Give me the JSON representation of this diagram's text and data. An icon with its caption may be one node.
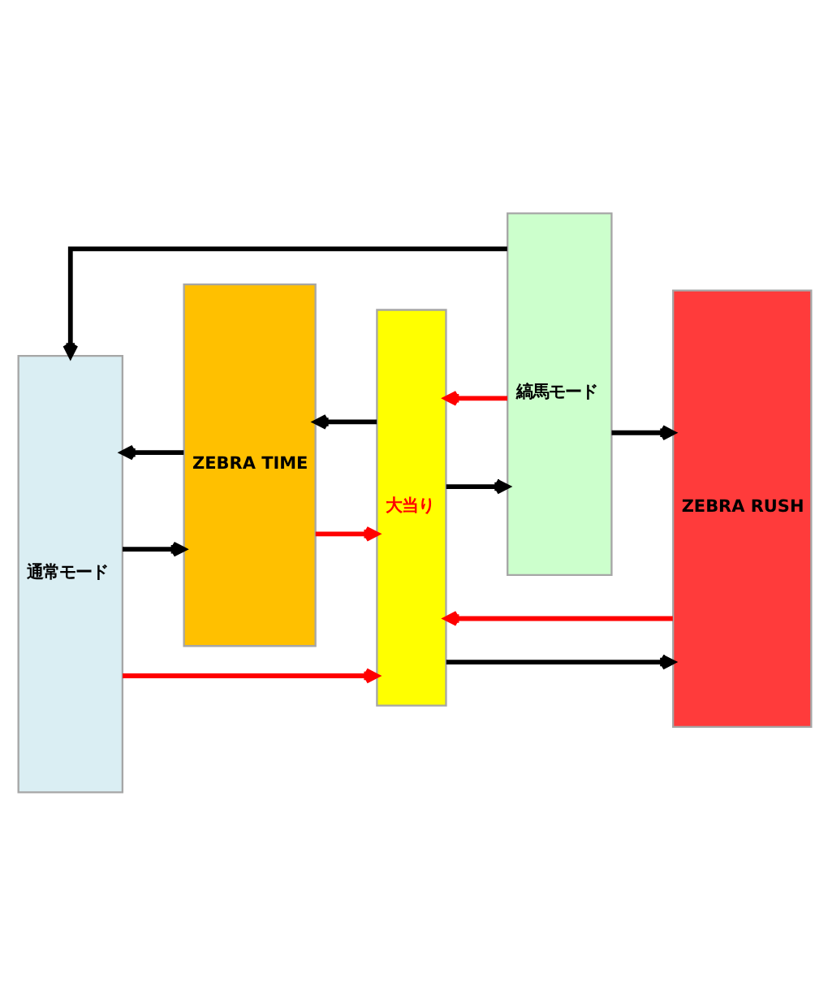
{
  "diagram": {
    "nodes": [
      {
        "text": [
          "通常モード"
        ]
      },
      {
        "text": [
          "ZEBRA TIME"
        ]
      },
      {
        "text": [
          "大当り"
        ]
      },
      {
        "text": [
          "縞馬モード"
        ]
      },
      {
        "text": [
          "ZEBRA RUSH"
        ]
      }
    ],
    "edges": [
      {
        "from": 0,
        "to": 2,
        "arrow": "to",
        "color": "#ff0000"
      },
      {
        "from": 4,
        "to": 2,
        "arrow": "to",
        "color": "#ff0000"
      },
      {
        "from": 2,
        "to": 4,
        "arrow": "to"
      },
      {
        "from": 0,
        "to": 1,
        "arrow": "to"
      },
      {
        "from": 2,
        "to": 1,
        "arrow": "to"
      },
      {
        "from": 2,
        "to": 3,
        "arrow": "to"
      },
      {
        "from": 1,
        "to": 0,
        "arrow": "to"
      },
      {
        "from": 1,
        "to": 2,
        "arrow": "to",
        "color": "#ff0000"
      },
      {
        "from": 3,
        "to": 2,
        "arrow": "to",
        "color": "#ff0000"
      },
      {
        "from": 3,
        "to": 4,
        "arrow": "to"
      },
      {
        "from": 3,
        "to": 0,
        "arrow": "to"
      }
    ]
  }
}
